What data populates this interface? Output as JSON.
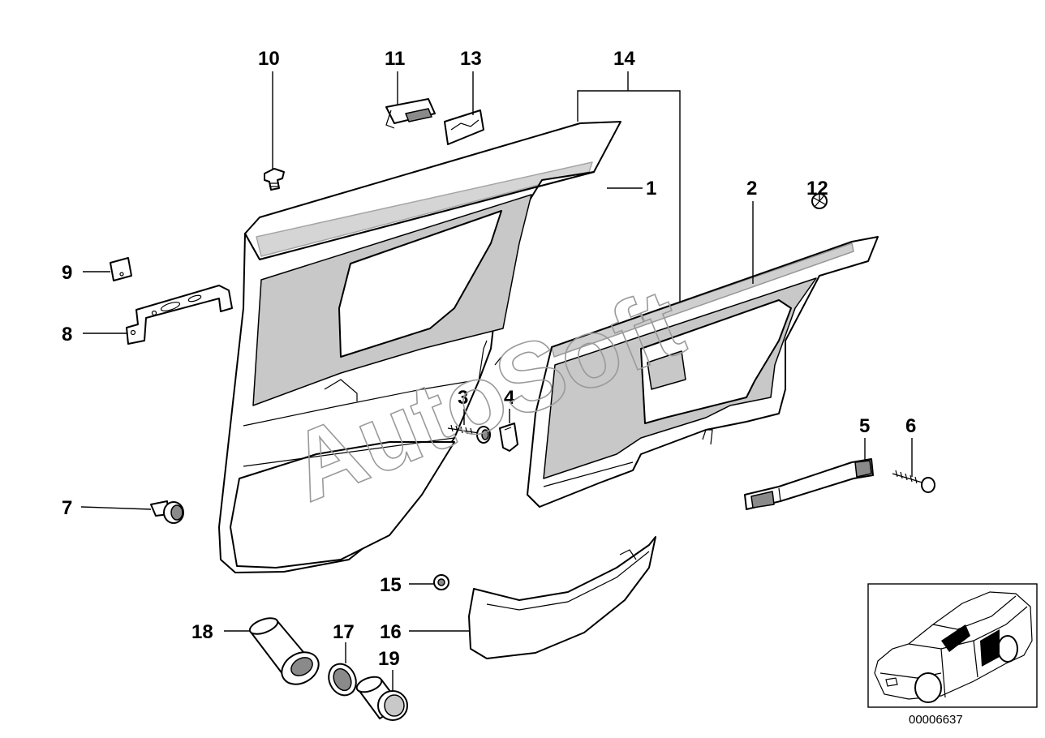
{
  "labels": {
    "l1": "1",
    "l2": "2",
    "l3": "3",
    "l4": "4",
    "l5": "5",
    "l6": "6",
    "l7": "7",
    "l8": "8",
    "l9": "9",
    "l10": "10",
    "l11": "11",
    "l12": "12",
    "l13": "13",
    "l14": "14",
    "l15": "15",
    "l16": "16",
    "l17": "17",
    "l18": "18",
    "l19": "19"
  },
  "watermark": "AutoSoft",
  "reference_number": "00006637"
}
